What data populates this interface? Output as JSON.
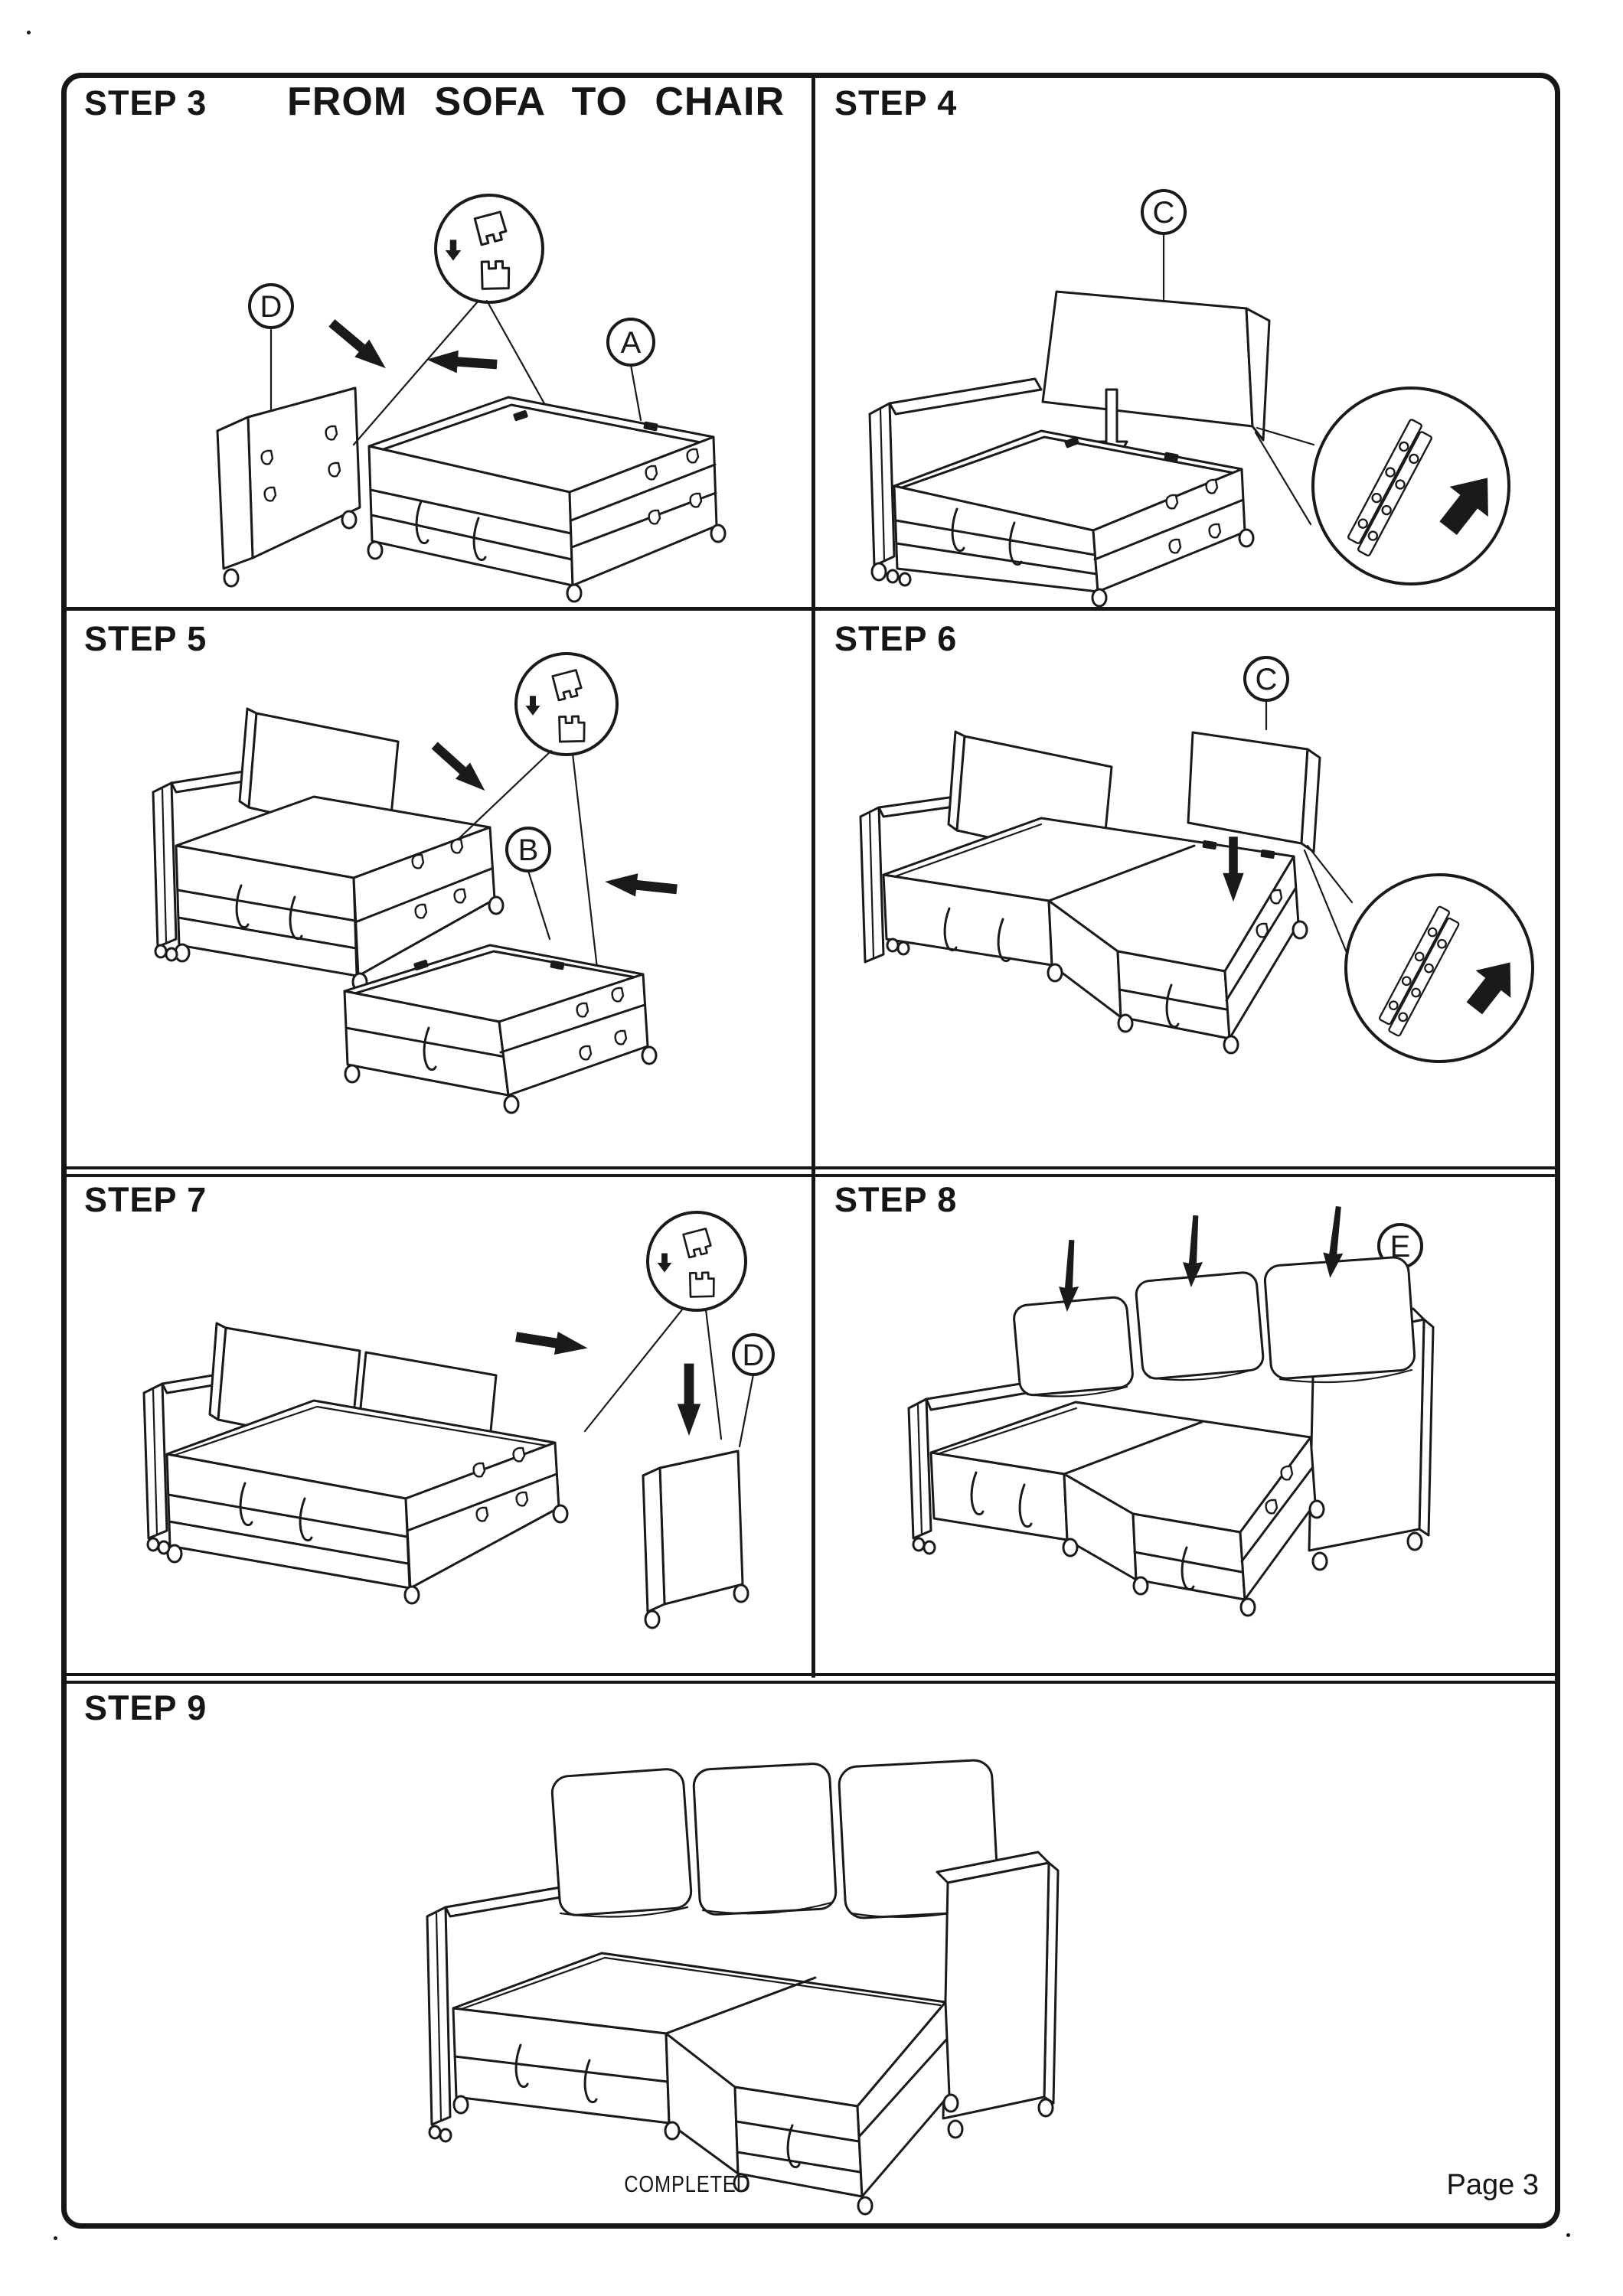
{
  "title": "FROM SOFA TO CHAIR",
  "footer": {
    "completed": "COMPLETED",
    "page_number": "Page 3"
  },
  "colors": {
    "ink": "#1a1a1a",
    "paper": "#ffffff"
  },
  "steps": [
    {
      "label": "STEP 3",
      "part_labels": [
        "D",
        "A"
      ]
    },
    {
      "label": "STEP 4",
      "part_labels": [
        "C"
      ]
    },
    {
      "label": "STEP 5",
      "part_labels": [
        "B"
      ]
    },
    {
      "label": "STEP 6",
      "part_labels": [
        "C"
      ]
    },
    {
      "label": "STEP 7",
      "part_labels": [
        "D"
      ]
    },
    {
      "label": "STEP 8",
      "part_labels": [
        "E"
      ]
    },
    {
      "label": "STEP 9",
      "part_labels": []
    }
  ]
}
